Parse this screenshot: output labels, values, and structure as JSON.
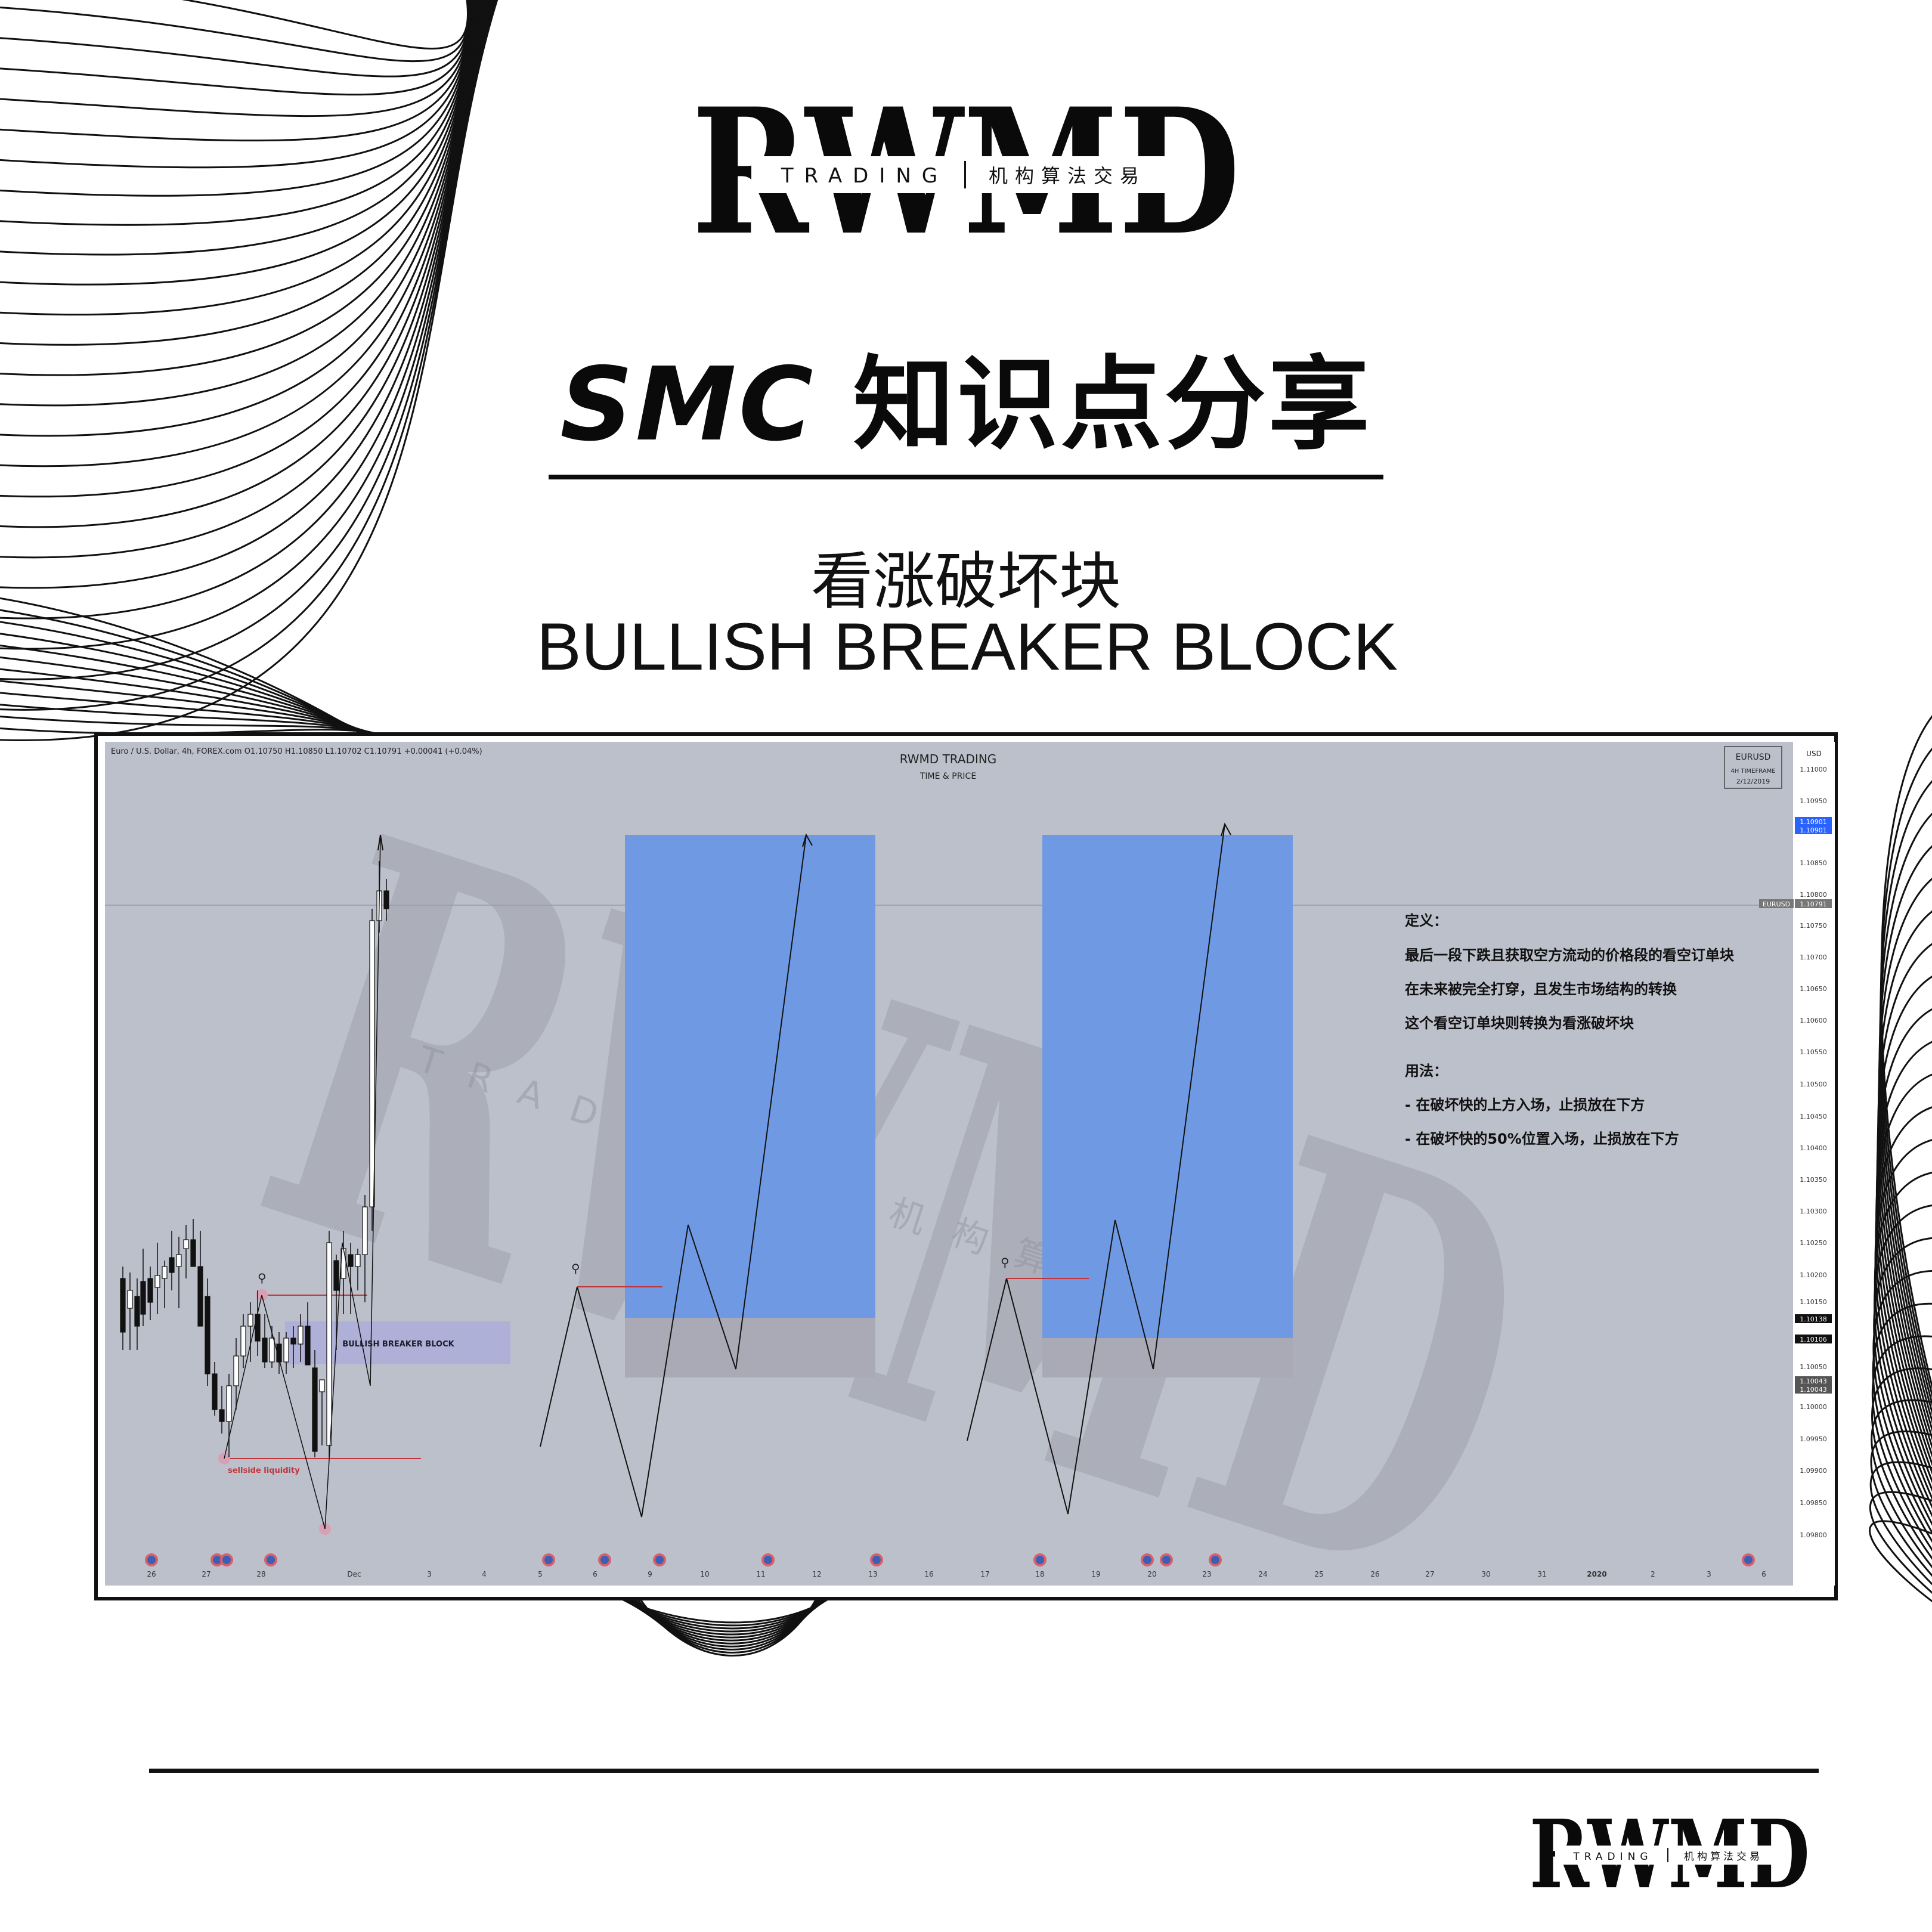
{
  "header": {
    "logo_main": "RWMD",
    "logo_sub_left": "TRADING",
    "logo_sub_right": "机构算法交易",
    "title_prefix": "SMC",
    "title_rest": "知识点分享",
    "subtitle_cn": "看涨破坏块",
    "subtitle_en": "BULLISH BREAKER BLOCK"
  },
  "chart": {
    "symbol_line": "Euro / U.S. Dollar, 4h, FOREX.com  O1.10750  H1.10850  L1.10702  C1.10791  +0.00041 (+0.04%)",
    "center_title": "RWMD TRADING",
    "center_subtitle": "TIME & PRICE",
    "info_box": {
      "symbol": "EURUSD",
      "timeframe": "4H TIMEFRAME",
      "date": "2/12/2019"
    },
    "currency": "USD",
    "price_ticks": [
      "1.11000",
      "1.10950",
      "1.10901",
      "1.10901",
      "1.10850",
      "1.10800",
      "1.10791",
      "1.10750",
      "1.10700",
      "1.10650",
      "1.10600",
      "1.10550",
      "1.10500",
      "1.10450",
      "1.10400",
      "1.10350",
      "1.10300",
      "1.10250",
      "1.10200",
      "1.10150",
      "1.10138",
      "1.10106",
      "1.10050",
      "1.10043",
      "1.10043",
      "1.10000",
      "1.09950",
      "1.09900",
      "1.09850",
      "1.09800"
    ],
    "price_tag_last": "EURUSD",
    "date_ticks": [
      "26",
      "27",
      "28",
      "Dec",
      "3",
      "4",
      "5",
      "6",
      "9",
      "10",
      "11",
      "12",
      "13",
      "16",
      "17",
      "18",
      "19",
      "20",
      "23",
      "24",
      "25",
      "26",
      "27",
      "30",
      "31",
      "2020",
      "2",
      "3",
      "6"
    ],
    "zone_label": "BULLISH BREAKER BLOCK",
    "liquidity_label": "sellside liquidity",
    "definition_title": "定义：",
    "definition_lines": [
      "最后一段下跌且获取空方流动的价格段的看空订单块",
      "在未来被完全打穿，且发生市场结构的转换",
      "这个看空订单块则转换为看涨破坏块"
    ],
    "usage_title": "用法：",
    "usage_lines": [
      "- 在破坏快的上方入场，止损放在下方",
      "- 在破坏快的50%位置入场，止损放在下方"
    ],
    "watermark_main": "RWMD",
    "watermark_sub": "TRADING  |  机构算法交易",
    "colors": {
      "canvas": "#bcc0cb",
      "blue_zone": "#6f9ae3",
      "breaker_zone": "#a9aab6",
      "purple_zone": "#aeb0d8",
      "liquidity": "#d8a0b4",
      "accent_red": "#c0343c"
    }
  },
  "footer": {
    "logo_main": "RWMD",
    "logo_sub_left": "TRADING",
    "logo_sub_right": "机构算法交易"
  }
}
